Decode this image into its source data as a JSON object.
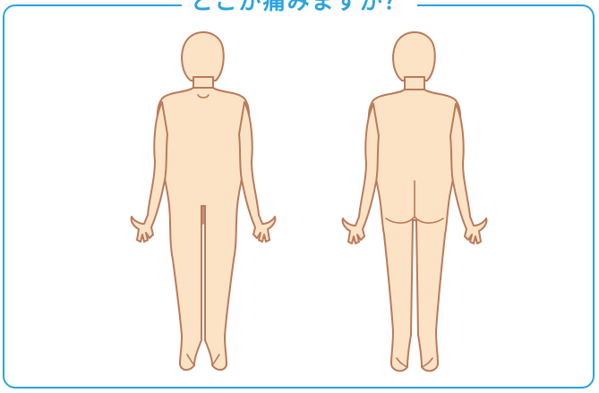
{
  "title": "どこが痛みますか？",
  "colors": {
    "accent": "#2aa3e0",
    "skin": "#fde3c6",
    "outline": "#b97a5a"
  },
  "figures": [
    {
      "view": "front"
    },
    {
      "view": "back"
    }
  ]
}
